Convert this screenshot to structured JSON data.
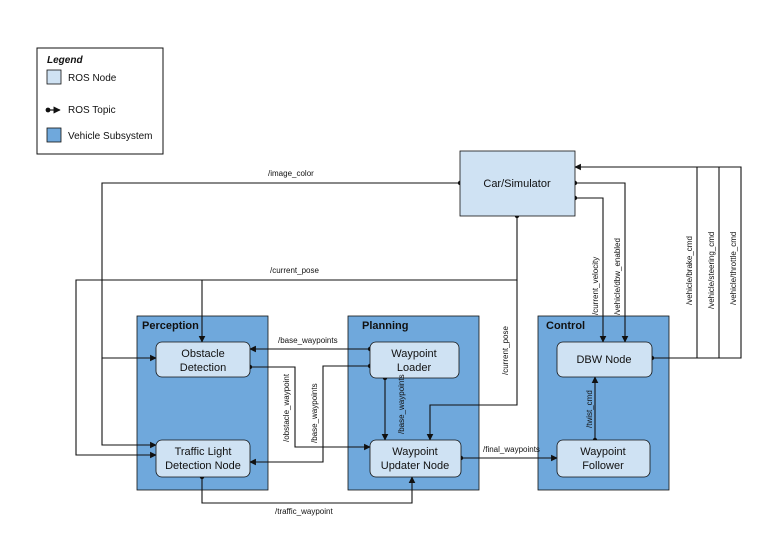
{
  "legend": {
    "title": "Legend",
    "items": [
      {
        "label": "ROS Node"
      },
      {
        "label": "ROS Topic"
      },
      {
        "label": "Vehicle Subsystem"
      }
    ]
  },
  "colors": {
    "node_fill": "#cfe2f3",
    "subsystem_fill": "#6fa8dc",
    "stroke": "#111111"
  },
  "subsystems": {
    "perception": "Perception",
    "planning": "Planning",
    "control": "Control"
  },
  "nodes": {
    "car": "Car/Simulator",
    "obstacle": [
      "Obstacle",
      "Detection"
    ],
    "traffic": [
      "Traffic Light",
      "Detection Node"
    ],
    "wp_loader": [
      "Waypoint",
      "Loader"
    ],
    "wp_updater": [
      "Waypoint",
      "Updater Node"
    ],
    "dbw": "DBW Node",
    "wp_follower": [
      "Waypoint",
      "Follower"
    ]
  },
  "topics": {
    "image_color": "/image_color",
    "current_pose_top": "/current_pose",
    "current_pose_vertical": "/current_pose",
    "base_waypoints_top": "/base_waypoints",
    "base_waypoints_diag": "/base_waypoints",
    "base_waypoints_vertical": "/base_waypoints",
    "obstacle_waypoint": "/obstacle_waypoint",
    "traffic_waypoint": "/traffic_waypoint",
    "final_waypoints": "/final_waypoints",
    "current_velocity": "/current_velocity",
    "dbw_enabled": "/vehicle/dbw_enabled",
    "twist_cmd": "/twist_cmd",
    "brake_cmd": "/vehicle/brake_cmd",
    "steering_cmd": "/vehicle/steering_cmd",
    "throttle_cmd": "/vehicle/throttle_cmd"
  }
}
